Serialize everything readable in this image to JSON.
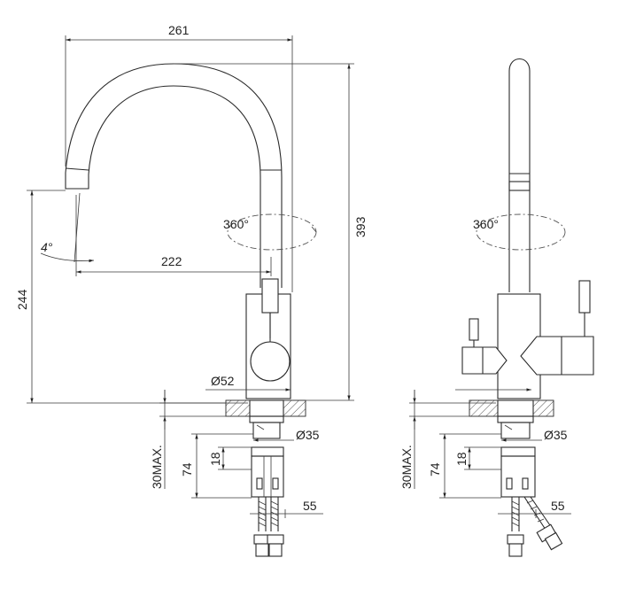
{
  "front_view": {
    "dims": {
      "width_top": "261",
      "height_total": "393",
      "height_spout": "244",
      "reach": "222",
      "angle": "4°",
      "rotation": "360°",
      "base_diameter": "Ø52",
      "thread_diameter": "Ø35",
      "counter_max": "30MAX.",
      "shank_length": "74",
      "thread_length": "18",
      "hose_spacing": "55"
    }
  },
  "side_view": {
    "dims": {
      "rotation": "360°",
      "thread_diameter": "Ø35",
      "counter_max": "30MAX.",
      "shank_length": "74",
      "thread_length": "18",
      "hose_spacing": "55"
    }
  }
}
